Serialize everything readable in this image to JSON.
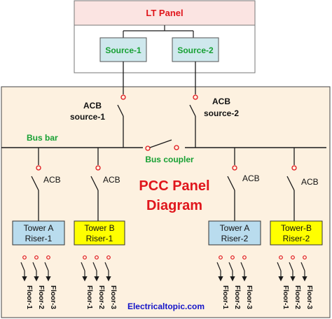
{
  "lt_panel": {
    "title": "LT Panel"
  },
  "sources": [
    {
      "label": "Source-1"
    },
    {
      "label": "Source-2"
    }
  ],
  "incomers": [
    {
      "line1": "ACB",
      "line2": "source-1"
    },
    {
      "line1": "ACB",
      "line2": "source-2"
    }
  ],
  "bus_bar_label": "Bus bar",
  "bus_coupler_label": "Bus coupler",
  "title": {
    "line1": "PCC Panel",
    "line2": "Diagram"
  },
  "outgoing_acb_label": "ACB",
  "towers": [
    {
      "line1": "Tower A",
      "line2": "Riser-1",
      "fill": "#b9dcee"
    },
    {
      "line1": "Tower B",
      "line2": "Riser-1",
      "fill": "#ffff00"
    },
    {
      "line1": "Tower A",
      "line2": "Riser-2",
      "fill": "#b9dcee"
    },
    {
      "line1": "Tower-B",
      "line2": "Riser-2",
      "fill": "#ffff00"
    }
  ],
  "floors": [
    "Floor-1",
    "Floor-2",
    "Floor-3"
  ],
  "footer": "Electricaltopic.com",
  "colors": {
    "panel_bg": "#fdf1e0",
    "lt_header": "#fbe4e2",
    "source_fill": "#cfe8ed",
    "accent_red": "#e0161c",
    "label_green": "#17a033",
    "line": "#1a1a1a"
  }
}
